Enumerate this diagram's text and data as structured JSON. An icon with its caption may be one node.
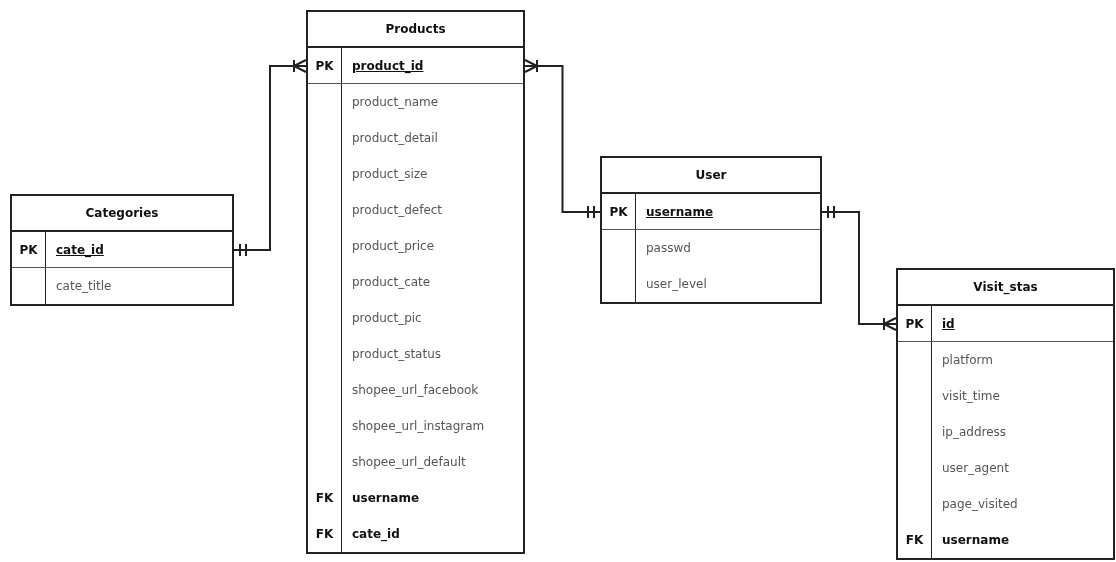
{
  "diagram": {
    "nodes": [
      {
        "text": [
          "Categories"
        ]
      },
      {
        "text": [
          "PK",
          "cate_id"
        ],
        "in": 0
      },
      {
        "text": [
          "cate_title"
        ],
        "in": 0
      },
      {
        "text": [
          "Products"
        ]
      },
      {
        "text": [
          "PK",
          "product_id"
        ],
        "in": 3
      },
      {
        "text": [
          "product_name"
        ],
        "in": 3
      },
      {
        "text": [
          "product_detail"
        ],
        "in": 3
      },
      {
        "text": [
          "product_size"
        ],
        "in": 3
      },
      {
        "text": [
          "product_defect"
        ],
        "in": 3
      },
      {
        "text": [
          "product_price"
        ],
        "in": 3
      },
      {
        "text": [
          "product_cate"
        ],
        "in": 3
      },
      {
        "text": [
          "product_pic"
        ],
        "in": 3
      },
      {
        "text": [
          "product_status"
        ],
        "in": 3
      },
      {
        "text": [
          "shopee_url_facebook"
        ],
        "in": 3
      },
      {
        "text": [
          "shopee_url_instagram"
        ],
        "in": 3
      },
      {
        "text": [
          "shopee_url_default"
        ],
        "in": 3
      },
      {
        "text": [
          "FK",
          "username"
        ],
        "in": 3
      },
      {
        "text": [
          "FK",
          "cate_id"
        ],
        "in": 3
      },
      {
        "text": [
          "User"
        ]
      },
      {
        "text": [
          "PK",
          "username"
        ],
        "in": 18
      },
      {
        "text": [
          "passwd"
        ],
        "in": 18
      },
      {
        "text": [
          "user_level"
        ],
        "in": 18
      },
      {
        "text": [
          "Visit_stas"
        ]
      },
      {
        "text": [
          "PK",
          "id"
        ],
        "in": 22
      },
      {
        "text": [
          "platform"
        ],
        "in": 22
      },
      {
        "text": [
          "visit_time"
        ],
        "in": 22
      },
      {
        "text": [
          "ip_address"
        ],
        "in": 22
      },
      {
        "text": [
          "user_agent"
        ],
        "in": 22
      },
      {
        "text": [
          "page_visited"
        ],
        "in": 22
      },
      {
        "text": [
          "FK",
          "username"
        ],
        "in": 22
      }
    ],
    "edges": [
      {
        "from": 1,
        "to": 4,
        "arrow": "other"
      },
      {
        "from": 19,
        "to": 4,
        "arrow": "other"
      },
      {
        "from": 19,
        "to": 23,
        "arrow": "other"
      }
    ]
  }
}
